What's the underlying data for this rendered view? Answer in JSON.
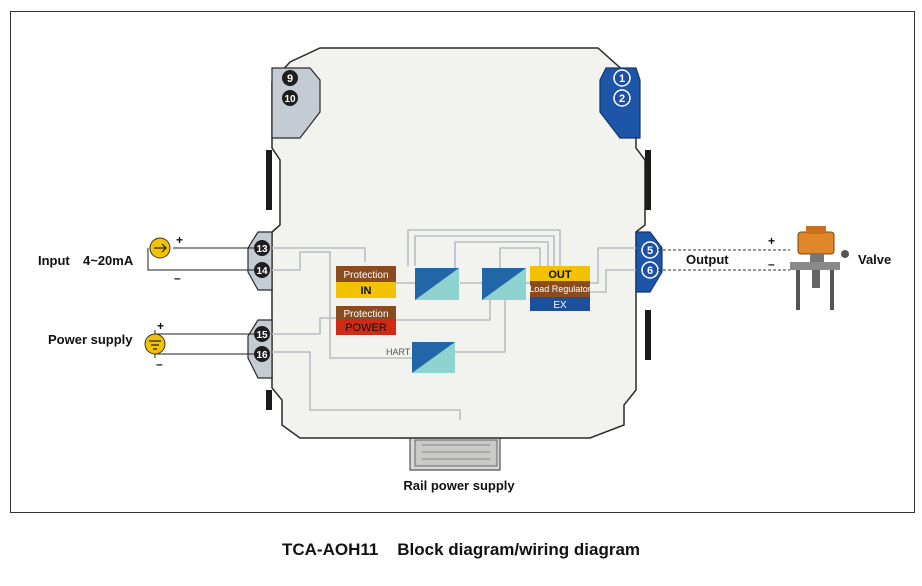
{
  "terminals": {
    "t9": "9",
    "t10": "10",
    "t1": "1",
    "t2": "2",
    "t13": "13",
    "t14": "14",
    "t15": "15",
    "t16": "16",
    "t5": "5",
    "t6": "6"
  },
  "labels": {
    "input": "Input",
    "input_range": "4~20mA",
    "power_supply": "Power supply",
    "output": "Output",
    "valve": "Valve",
    "rail_power_supply": "Rail power supply",
    "plus": "+",
    "minus": "–"
  },
  "blocks": {
    "protection1": "Protection",
    "in": "IN",
    "protection2": "Protection",
    "power": "POWER",
    "out": "OUT",
    "load_regulator": "Load Regulator",
    "ex": "EX",
    "hart": "HART"
  },
  "caption": {
    "model": "TCA-AOH11",
    "title": "Block diagram/wiring diagram"
  },
  "colors": {
    "housing": "#f2f3ef",
    "housing_stroke": "#2a2a2a",
    "left_connector": "#c5cbd3",
    "right_connector": "#1d55a8",
    "terminal_dark": "#1e1e1e",
    "terminal_blue": "#1f4fa3",
    "protection_brown": "#8a4b1e",
    "in_yellow": "#f2c200",
    "power_red": "#d02a17",
    "ex_blue": "#1c4f9c",
    "iso_teal": "#8fd3d0",
    "iso_blue": "#2166a7",
    "signal_line": "#b9bec4",
    "valve_orange": "#e0872a"
  }
}
